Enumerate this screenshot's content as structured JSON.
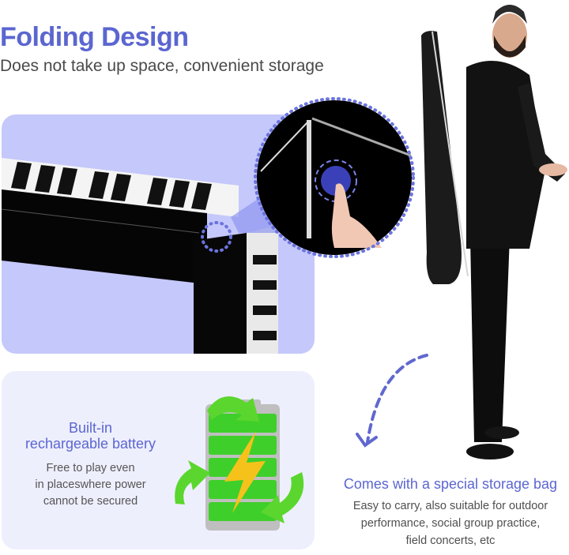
{
  "header": {
    "title": "Folding Design",
    "subtitle": "Does not take up space, convenient storage"
  },
  "battery": {
    "title_line1": "Built-in",
    "title_line2": "rechargeable battery",
    "text_line1": "Free to play even",
    "text_line2": "in placeswhere power",
    "text_line3": "cannot be secured"
  },
  "bag": {
    "title": "Comes with a special storage bag",
    "text_line1": "Easy to carry, also suitable for outdoor",
    "text_line2": "performance, social group practice,",
    "text_line3": "field concerts, etc"
  },
  "colors": {
    "accent": "#5b66d0",
    "panel": "#c5c8fb",
    "card": "#eeeffd",
    "battery_green": "#3fcf2a",
    "bolt": "#f5c21b"
  }
}
